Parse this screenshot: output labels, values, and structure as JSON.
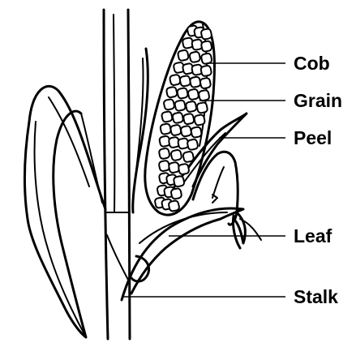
{
  "labels": {
    "cob": "Cob",
    "grain": "Grain",
    "peel": "Peel",
    "leaf": "Leaf",
    "stalk": "Stalk"
  },
  "colors": {
    "ink": "#000000",
    "background": "#ffffff"
  }
}
